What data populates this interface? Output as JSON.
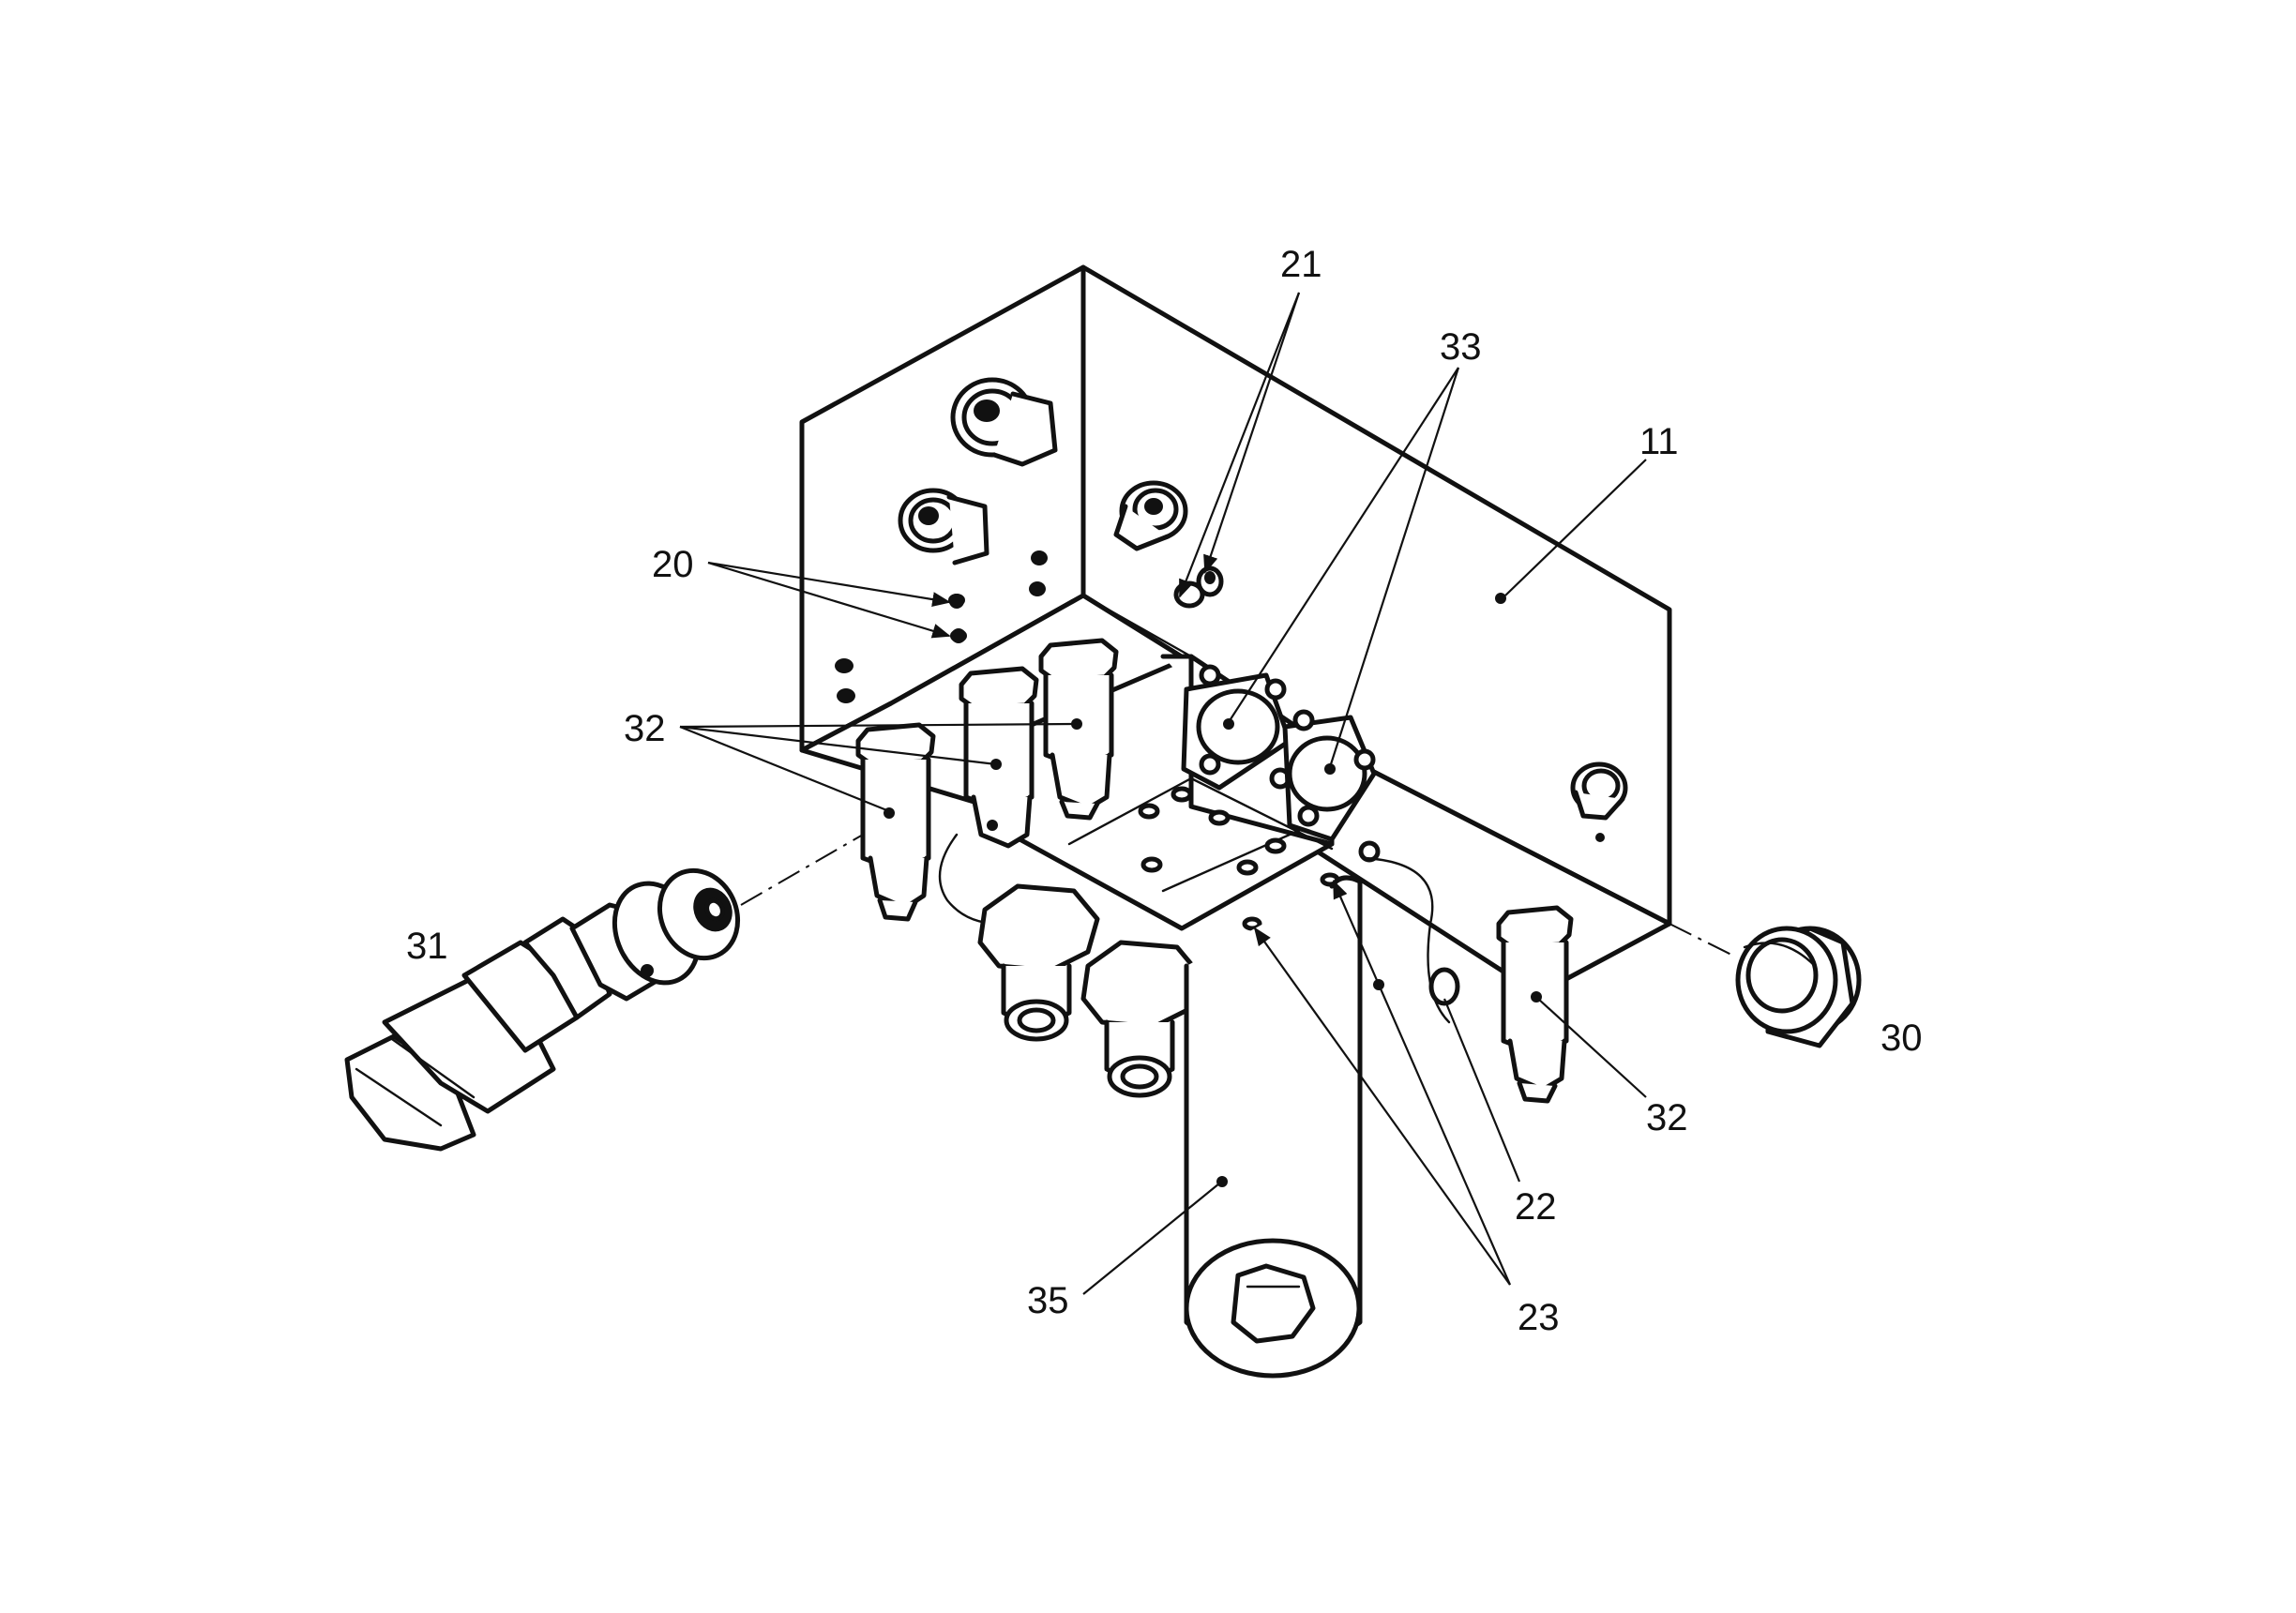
{
  "callouts": {
    "c11": "11",
    "c20": "20",
    "c21": "21",
    "c22": "22",
    "c23": "23",
    "c30": "30",
    "c31": "31",
    "c32a": "32",
    "c32b": "32",
    "c33": "33",
    "c35": "35"
  }
}
